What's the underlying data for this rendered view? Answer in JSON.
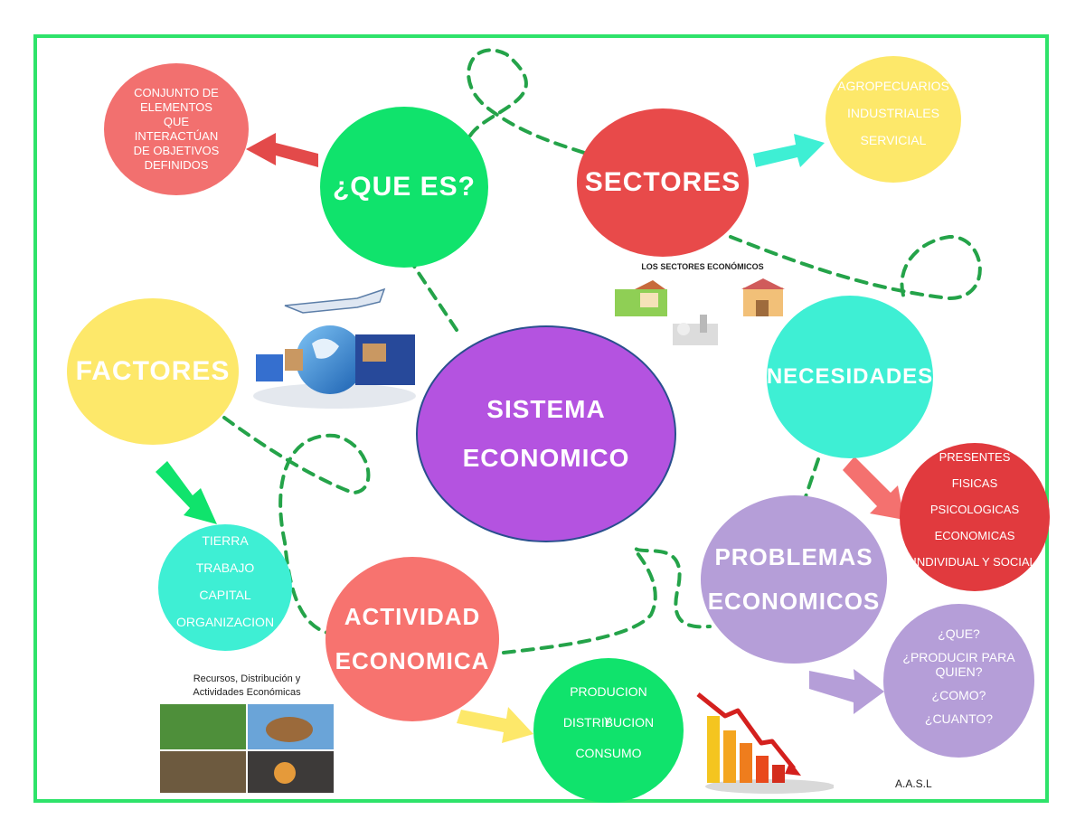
{
  "center": {
    "line1": "SISTEMA",
    "line2": "ECONOMICO"
  },
  "que_es": {
    "title": "¿QUE ES?",
    "definition": [
      "CONJUNTO DE",
      "ELEMENTOS",
      "QUE",
      "INTERACTÚAN",
      "DE OBJETIVOS",
      "DEFINIDOS"
    ]
  },
  "sectores": {
    "title": "SECTORES",
    "items": [
      "AGROPECUARIOS",
      "INDUSTRIALES",
      "SERVICIAL"
    ],
    "image_caption": "LOS SECTORES ECONÓMICOS"
  },
  "necesidades": {
    "title": "NECESIDADES",
    "items": [
      "PRESENTES",
      "FISICAS",
      "PSICOLOGICAS",
      "ECONOMICAS",
      "INDIVIDUAL Y SOCIAL"
    ]
  },
  "factores": {
    "title": "FACTORES",
    "items": [
      "TIERRA",
      "TRABAJO",
      "CAPITAL",
      "ORGANIZACION"
    ]
  },
  "actividad": {
    "line1": "ACTIVIDAD",
    "line2": "ECONOMICA",
    "items": [
      "PRODUCION",
      "DISTRIBUCION",
      "CONSUMO"
    ],
    "connector": "Y",
    "image_caption_1": "Recursos, Distribución y",
    "image_caption_2": "Actividades Económicas"
  },
  "problemas": {
    "line1": "PROBLEMAS",
    "line2": "ECONOMICOS",
    "items": [
      "¿QUE?",
      "¿PRODUCIR PARA QUIEN?",
      "¿COMO?",
      "¿CUANTO?"
    ]
  },
  "author": "A.A.S.L",
  "colors": {
    "frame": "#2ee36a",
    "center": "#b453e0",
    "que_es": "#10e36c",
    "definition": "#f2706f",
    "sectores": "#e84a4a",
    "sectores_items": "#fde86a",
    "necesidades": "#3eefd4",
    "necesidades_items": "#e13a3e",
    "factores": "#fde86a",
    "factores_items": "#3eefd4",
    "actividad": "#f7736f",
    "actividad_items": "#10e36c",
    "problemas": "#b59ed8",
    "problemas_items": "#b59ed8"
  }
}
